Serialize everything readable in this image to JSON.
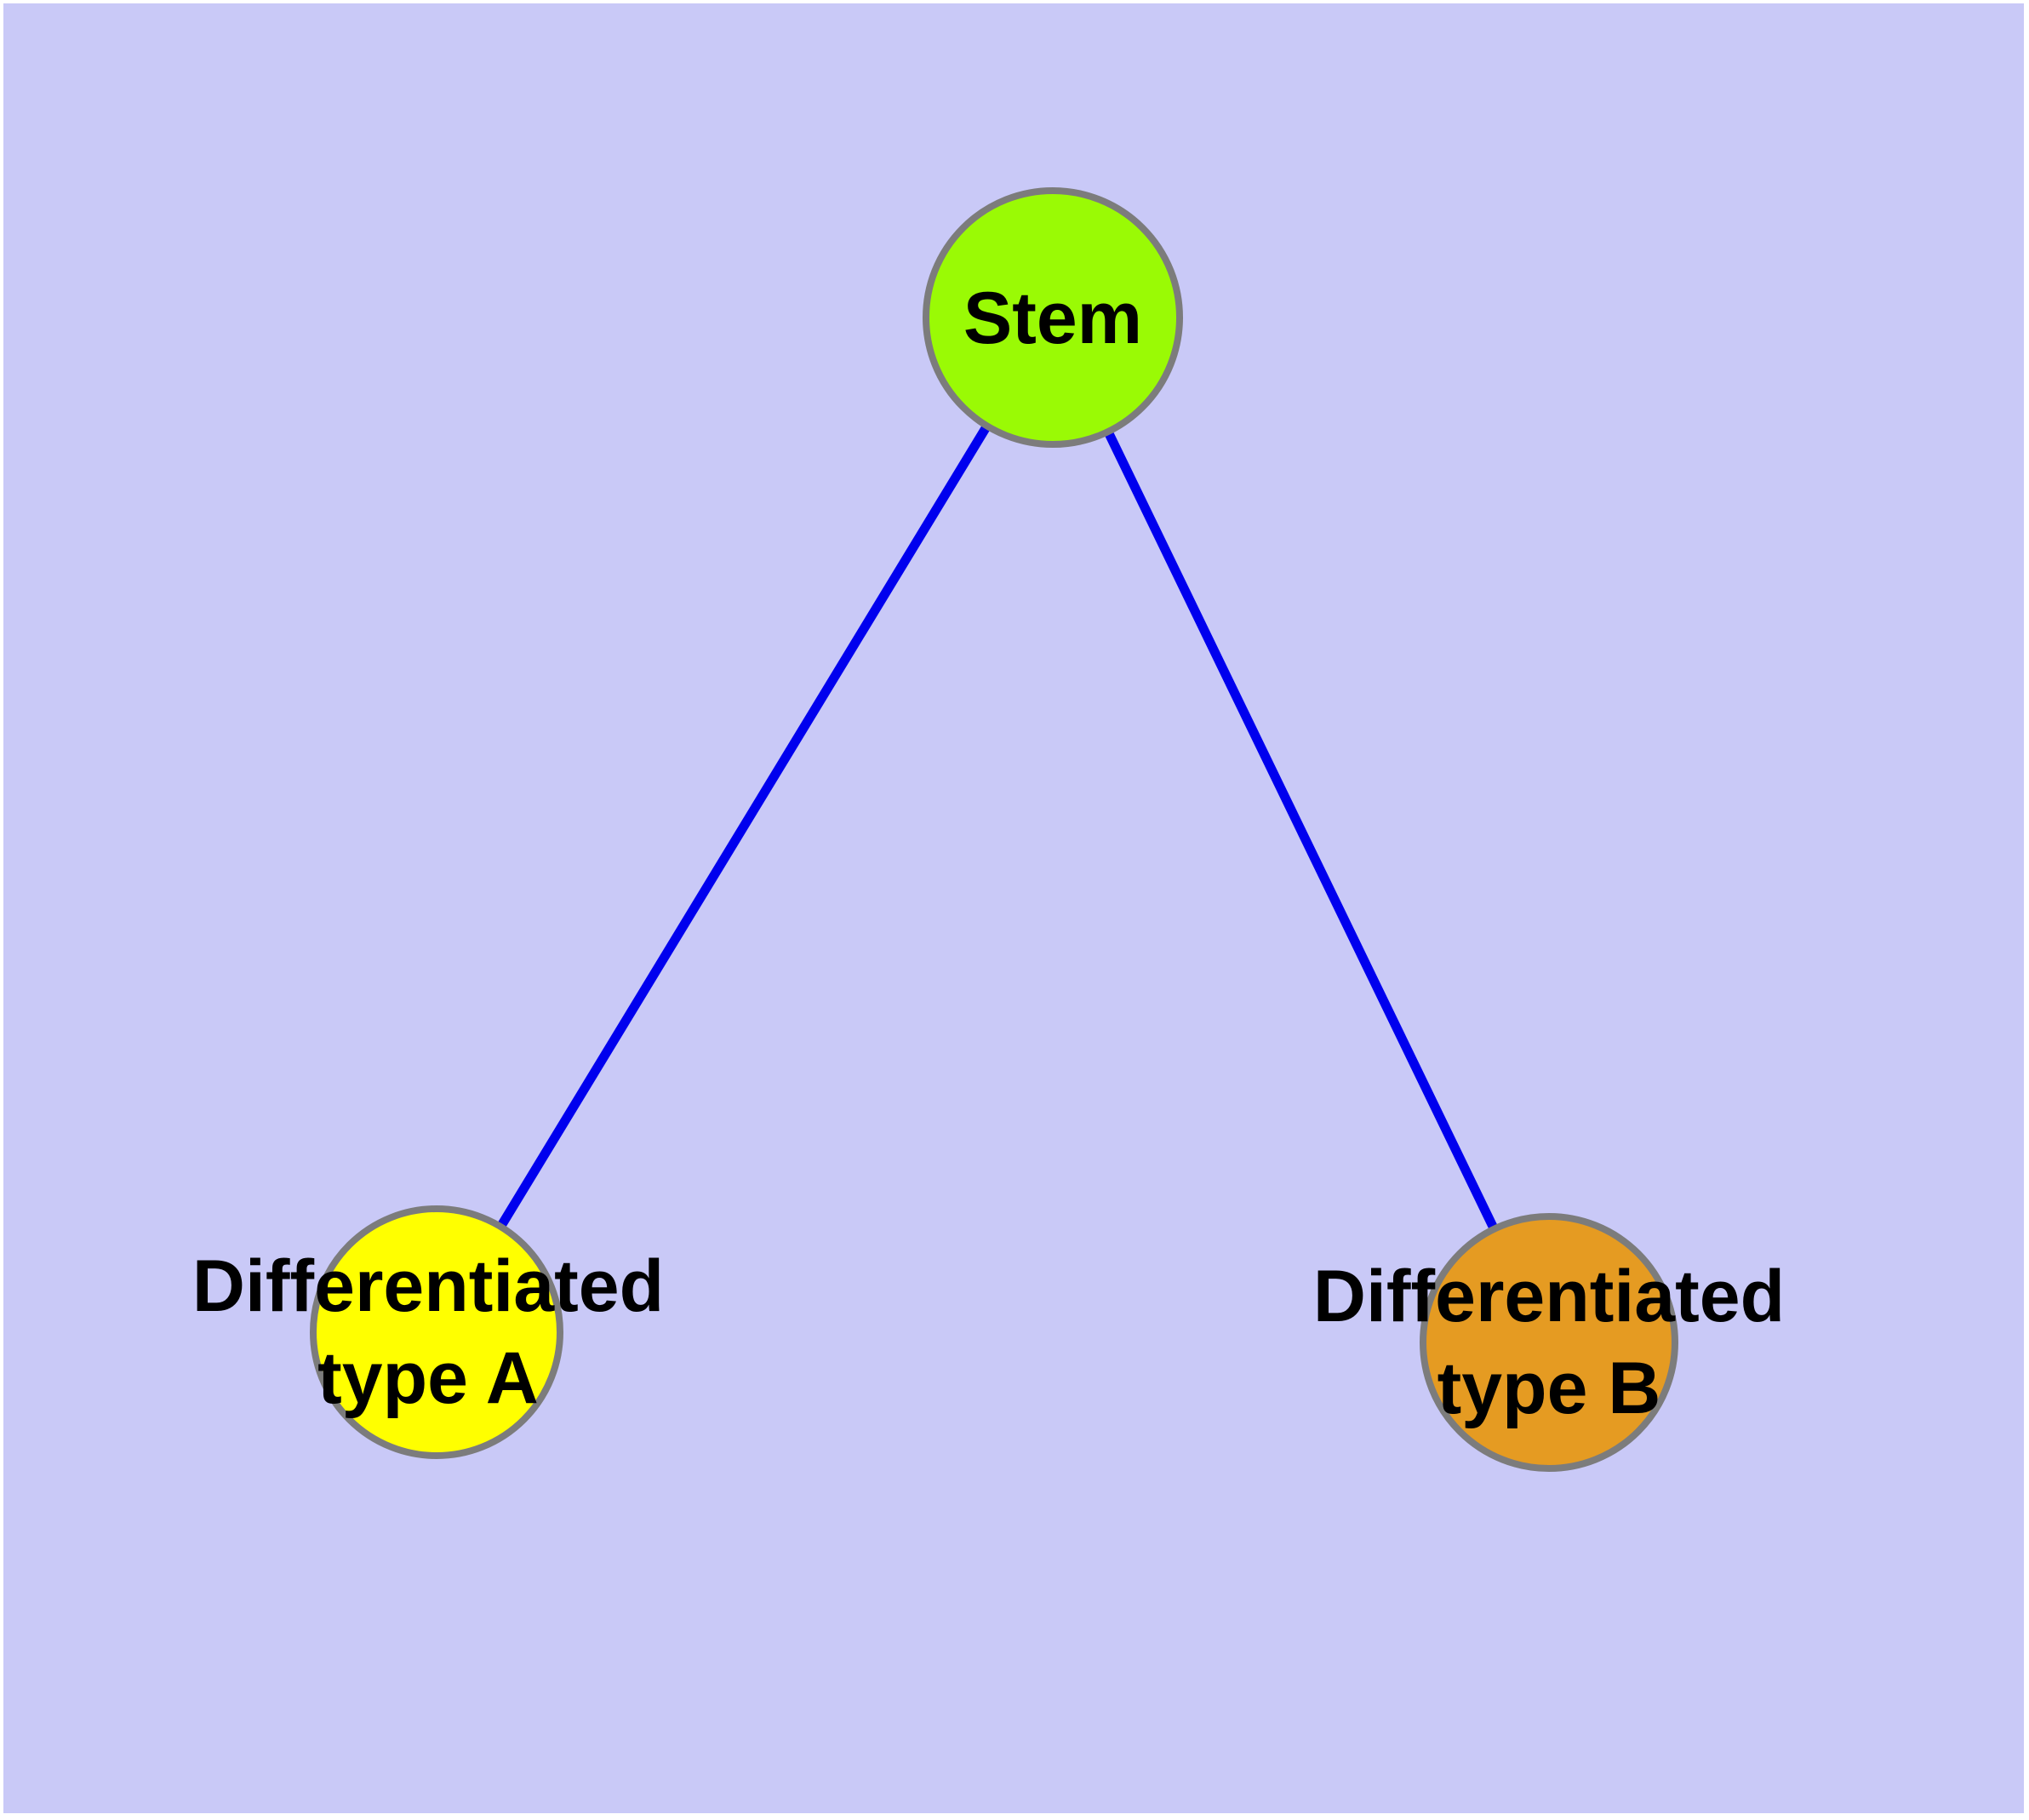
{
  "colors": {
    "page": "#ffffff",
    "background": "#c9c9f7",
    "edge": "#0000ee",
    "node_border": "#7c7c7c",
    "text": "#000000"
  },
  "diagram": {
    "type": "graph",
    "nodes": {
      "stem": {
        "label": "Stem",
        "fill": "#9afa05"
      },
      "type_a": {
        "label": "Differentiated\ntype A",
        "fill": "#ffff00"
      },
      "type_b": {
        "label": "Differentiated\ntype B",
        "fill": "#e59b22"
      }
    },
    "edges": [
      {
        "from": "Stem",
        "to": "Differentiated type A"
      },
      {
        "from": "Stem",
        "to": "Differentiated type B"
      }
    ]
  }
}
